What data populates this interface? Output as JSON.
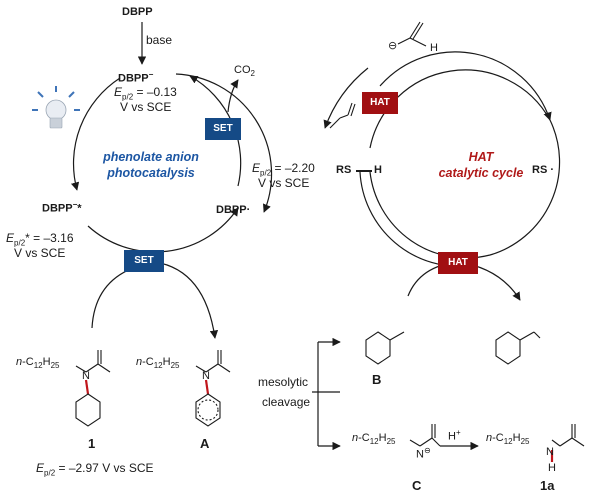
{
  "cycle_left": {
    "title_line1": "phenolate anion",
    "title_line2": "photocatalysis"
  },
  "cycle_right": {
    "title_line1": "HAT",
    "title_line2": "catalytic cycle"
  },
  "labels": {
    "dbpp_top": "DBPP",
    "base": "base",
    "dbpp_anion": "DBPP",
    "ep_anion_line1": "= –0.13",
    "ep_anion_line2": "V vs SCE",
    "dbpp_excited": "DBPP",
    "ep_excited_line1": "= –3.16",
    "ep_excited_line2": "V vs SCE",
    "dbpp_radical": "DBPP",
    "co2": "CO",
    "ep_formate_line1": "= –2.20",
    "ep_formate_line2": "V vs SCE",
    "rs_h": "RS",
    "rs_h_h": "H",
    "rs_radical": "RS",
    "formate_h": "H",
    "mesolytic": "mesolytic",
    "cleavage": "cleavage",
    "h_plus": "H",
    "ep_1": "= –2.97 V vs SCE",
    "alkyl_1": "n-C12H25",
    "alkyl_A": "n-C12H25",
    "alkyl_C": "n-C12H25",
    "alkyl_1a": "n-C12H25",
    "nh_h": "H",
    "n_letter": "N"
  },
  "tags": {
    "set_upper": "SET",
    "set_lower": "SET",
    "hat_upper": "HAT",
    "hat_lower": "HAT"
  },
  "compounds": {
    "c1": "1",
    "cA": "A",
    "cB": "B",
    "cC": "C",
    "c1a": "1a"
  },
  "colors": {
    "set_blue": "#154a86",
    "hat_red": "#a10f12",
    "title_blue": "#1c56a3",
    "title_red": "#b01a1a",
    "bond_red": "#c0161c",
    "bulb_blue": "#3f74b8"
  }
}
